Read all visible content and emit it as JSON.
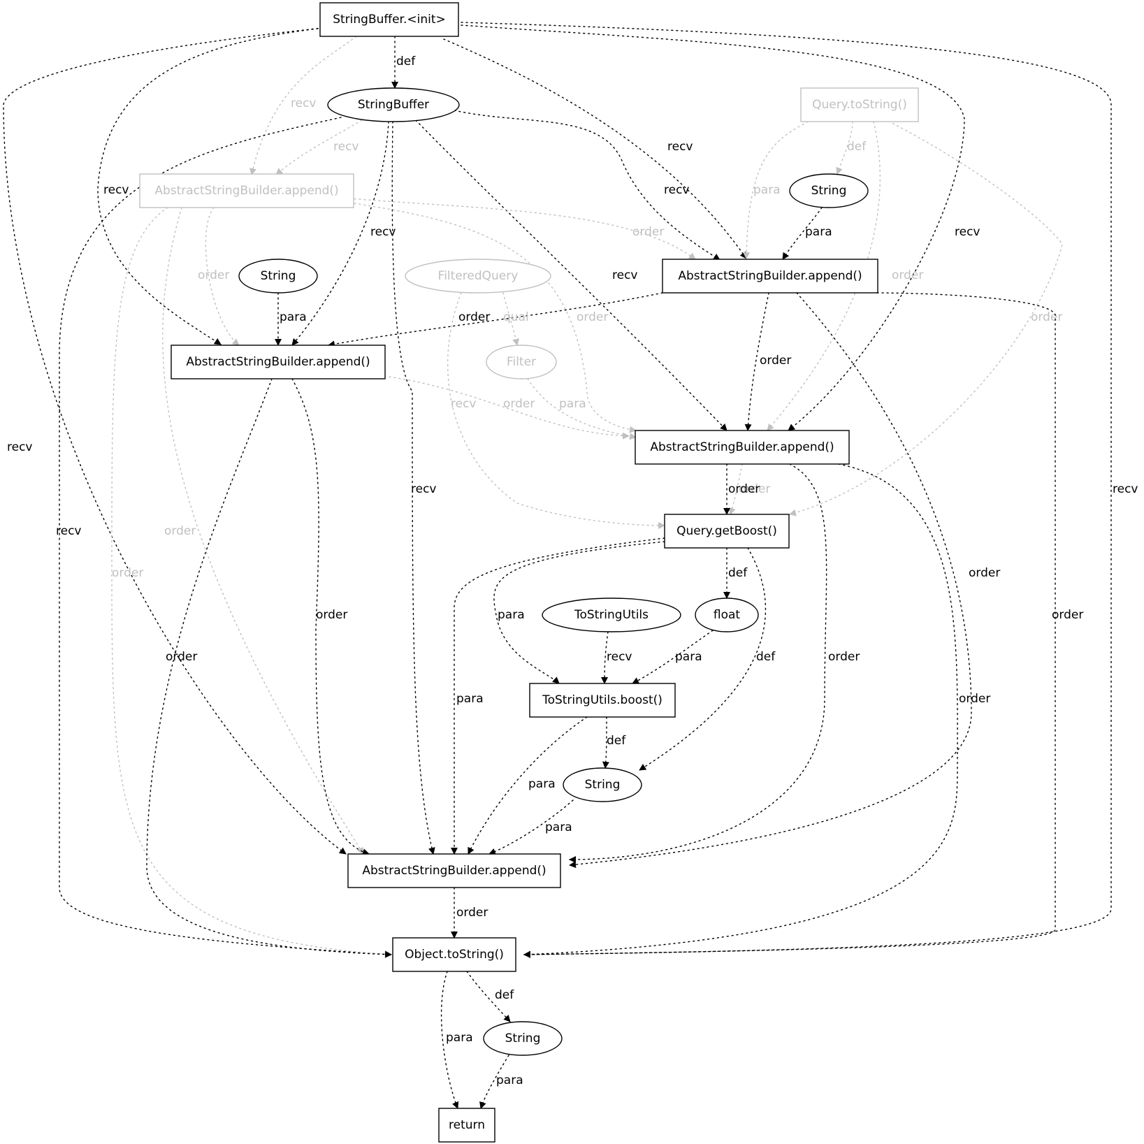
{
  "colors": {
    "active": "#000000",
    "faded": "#c0c0c0"
  },
  "nodes": [
    {
      "id": "sb_init",
      "label": "StringBuffer.<init>",
      "shape": "box",
      "state": "active"
    },
    {
      "id": "sb",
      "label": "StringBuffer",
      "shape": "ellipse",
      "state": "active"
    },
    {
      "id": "qts",
      "label": "Query.toString()",
      "shape": "box",
      "state": "faded"
    },
    {
      "id": "asb_g",
      "label": "AbstractStringBuilder.append()",
      "shape": "box",
      "state": "faded"
    },
    {
      "id": "str_r",
      "label": "String",
      "shape": "ellipse",
      "state": "active"
    },
    {
      "id": "asb_r",
      "label": "AbstractStringBuilder.append()",
      "shape": "box",
      "state": "active"
    },
    {
      "id": "str_l",
      "label": "String",
      "shape": "ellipse",
      "state": "active"
    },
    {
      "id": "fq",
      "label": "FilteredQuery",
      "shape": "ellipse",
      "state": "faded"
    },
    {
      "id": "asb_l",
      "label": "AbstractStringBuilder.append()",
      "shape": "box",
      "state": "active"
    },
    {
      "id": "filter",
      "label": "Filter",
      "shape": "ellipse",
      "state": "faded"
    },
    {
      "id": "asb_m",
      "label": "AbstractStringBuilder.append()",
      "shape": "box",
      "state": "active"
    },
    {
      "id": "qgb",
      "label": "Query.getBoost()",
      "shape": "box",
      "state": "active"
    },
    {
      "id": "tsu",
      "label": "ToStringUtils",
      "shape": "ellipse",
      "state": "active"
    },
    {
      "id": "flt",
      "label": "float",
      "shape": "ellipse",
      "state": "active"
    },
    {
      "id": "boost",
      "label": "ToStringUtils.boost()",
      "shape": "box",
      "state": "active"
    },
    {
      "id": "str_b",
      "label": "String",
      "shape": "ellipse",
      "state": "active"
    },
    {
      "id": "asb_b",
      "label": "AbstractStringBuilder.append()",
      "shape": "box",
      "state": "active"
    },
    {
      "id": "ots",
      "label": "Object.toString()",
      "shape": "box",
      "state": "active"
    },
    {
      "id": "str_o",
      "label": "String",
      "shape": "ellipse",
      "state": "active"
    },
    {
      "id": "ret",
      "label": "return",
      "shape": "box",
      "state": "active"
    }
  ],
  "edges": [
    {
      "id": "e01",
      "label": "def",
      "state": "active"
    },
    {
      "id": "e02",
      "label": "recv",
      "state": "faded"
    },
    {
      "id": "e03",
      "label": "recv",
      "state": "active"
    },
    {
      "id": "e04",
      "label": "recv",
      "state": "active"
    },
    {
      "id": "e05",
      "label": "recv",
      "state": "active"
    },
    {
      "id": "e06",
      "label": "recv",
      "state": "active"
    },
    {
      "id": "e07",
      "label": "recv",
      "state": "active"
    },
    {
      "id": "e08",
      "label": "recv",
      "state": "faded"
    },
    {
      "id": "e09",
      "label": "recv",
      "state": "active"
    },
    {
      "id": "e10",
      "label": "recv",
      "state": "active"
    },
    {
      "id": "e11",
      "label": "recv",
      "state": "active"
    },
    {
      "id": "e12",
      "label": "recv",
      "state": "active"
    },
    {
      "id": "e13",
      "label": "recv",
      "state": "active"
    },
    {
      "id": "e14",
      "label": "def",
      "state": "faded"
    },
    {
      "id": "e15",
      "label": "para",
      "state": "faded"
    },
    {
      "id": "e16",
      "label": "order",
      "state": "faded"
    },
    {
      "id": "e17",
      "label": "order",
      "state": "faded"
    },
    {
      "id": "e18",
      "label": "para",
      "state": "active"
    },
    {
      "id": "e19",
      "label": "order",
      "state": "faded"
    },
    {
      "id": "e20",
      "label": "order",
      "state": "faded"
    },
    {
      "id": "e21",
      "label": "order",
      "state": "faded"
    },
    {
      "id": "e22",
      "label": "order",
      "state": "faded"
    },
    {
      "id": "e23",
      "label": "order",
      "state": "faded"
    },
    {
      "id": "e24",
      "label": "para",
      "state": "active"
    },
    {
      "id": "e25",
      "label": "order",
      "state": "active"
    },
    {
      "id": "e26",
      "label": "order",
      "state": "active"
    },
    {
      "id": "e27",
      "label": "order",
      "state": "active"
    },
    {
      "id": "e28",
      "label": "order",
      "state": "active"
    },
    {
      "id": "e29",
      "label": "qual",
      "state": "faded"
    },
    {
      "id": "e30",
      "label": "recv",
      "state": "faded"
    },
    {
      "id": "e31",
      "label": "para",
      "state": "faded"
    },
    {
      "id": "e32",
      "label": "order",
      "state": "faded"
    },
    {
      "id": "e33",
      "label": "order",
      "state": "active"
    },
    {
      "id": "e34",
      "label": "order",
      "state": "active"
    },
    {
      "id": "e35",
      "label": "order",
      "state": "active"
    },
    {
      "id": "e36",
      "label": "order",
      "state": "faded"
    },
    {
      "id": "e37",
      "label": "order",
      "state": "active"
    },
    {
      "id": "e38",
      "label": "order",
      "state": "active"
    },
    {
      "id": "e39",
      "label": "def",
      "state": "active"
    },
    {
      "id": "e40",
      "label": "para",
      "state": "active"
    },
    {
      "id": "e41",
      "label": "para",
      "state": "active"
    },
    {
      "id": "e42",
      "label": "def",
      "state": "active"
    },
    {
      "id": "e43",
      "label": "recv",
      "state": "active"
    },
    {
      "id": "e44",
      "label": "para",
      "state": "active"
    },
    {
      "id": "e45",
      "label": "def",
      "state": "active"
    },
    {
      "id": "e46",
      "label": "para",
      "state": "active"
    },
    {
      "id": "e47",
      "label": "para",
      "state": "active"
    },
    {
      "id": "e48",
      "label": "order",
      "state": "active"
    },
    {
      "id": "e49",
      "label": "def",
      "state": "active"
    },
    {
      "id": "e50",
      "label": "para",
      "state": "active"
    },
    {
      "id": "e51",
      "label": "para",
      "state": "active"
    }
  ]
}
